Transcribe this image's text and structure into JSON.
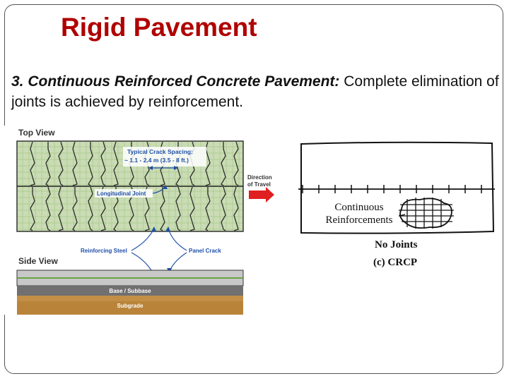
{
  "slide": {
    "title": "Rigid Pavement",
    "body_lead": "3. Continuous Reinforced Concrete Pavement:",
    "body_rest": " Complete elimination of joints is achieved by reinforcement."
  },
  "left_figure": {
    "top_view_label": "Top View",
    "crack_spacing_line1": "Typical Crack Spacing:",
    "crack_spacing_line2": "~ 1.1 - 2.4 m (3.5 - 8 ft.)",
    "longitudinal_joint": "Longitudinal Joint",
    "direction_line1": "Direction",
    "direction_line2": "of Travel",
    "reinforcing_steel": "Reinforcing Steel",
    "panel_crack": "Panel Crack",
    "side_view_label": "Side View",
    "base_subbase": "Base / Subbase",
    "subgrade": "Subgrade",
    "colors": {
      "pavement": "#c9dcb4",
      "grid": "#a8c68a",
      "crack": "#2a2a2a",
      "label_blue": "#1f4fa8",
      "arrow_red": "#e02020",
      "base": "#707070",
      "subgrade": "#b9843a"
    }
  },
  "right_figure": {
    "continuous_line1": "Continuous",
    "continuous_line2": "Reinforcements",
    "no_joints": "No Joints",
    "caption": "(c) CRCP"
  }
}
